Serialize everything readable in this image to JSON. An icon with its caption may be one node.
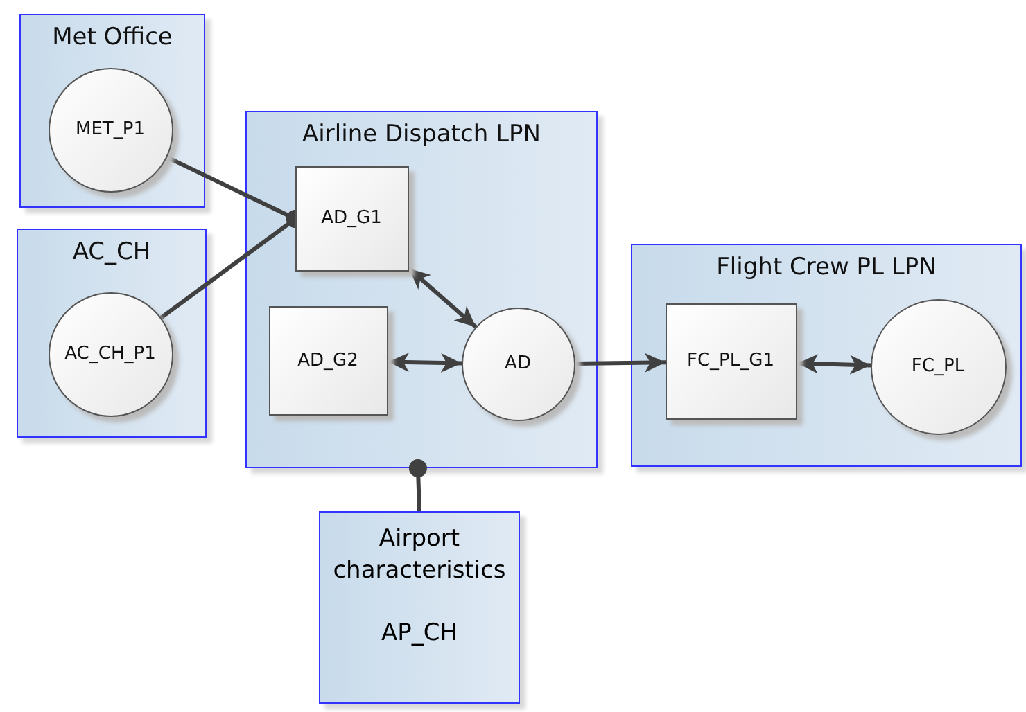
{
  "diagram": {
    "nodes": [
      {
        "text": [
          "Met Office"
        ]
      },
      {
        "text": [
          "MET_P1"
        ],
        "in": 0
      },
      {
        "text": [
          "AC_CH"
        ]
      },
      {
        "text": [
          "AC_CH_P1"
        ],
        "in": 2
      },
      {
        "text": [
          "Airline Dispatch LPN"
        ]
      },
      {
        "text": [
          "AD_G1"
        ],
        "in": 4
      },
      {
        "text": [
          "AD_G2"
        ],
        "in": 4
      },
      {
        "text": [
          "AD"
        ],
        "in": 4
      },
      {
        "text": [
          "Flight Crew PL LPN"
        ]
      },
      {
        "text": [
          "FC_PL_G1"
        ],
        "in": 8
      },
      {
        "text": [
          "FC_PL"
        ],
        "in": 8
      },
      {
        "text": [
          "Airport characteristics",
          "AP_CH"
        ]
      }
    ],
    "edges": [
      {
        "from": 1,
        "to": 5,
        "arrow": "other"
      },
      {
        "from": 3,
        "to": 5,
        "arrow": "other"
      },
      {
        "from": 5,
        "to": 7,
        "arrow": "both"
      },
      {
        "from": 6,
        "to": 7,
        "arrow": "both"
      },
      {
        "from": 7,
        "to": 9,
        "arrow": "to"
      },
      {
        "from": 9,
        "to": 10,
        "arrow": "both"
      },
      {
        "from": 11,
        "to": 4,
        "arrow": "other"
      }
    ]
  }
}
